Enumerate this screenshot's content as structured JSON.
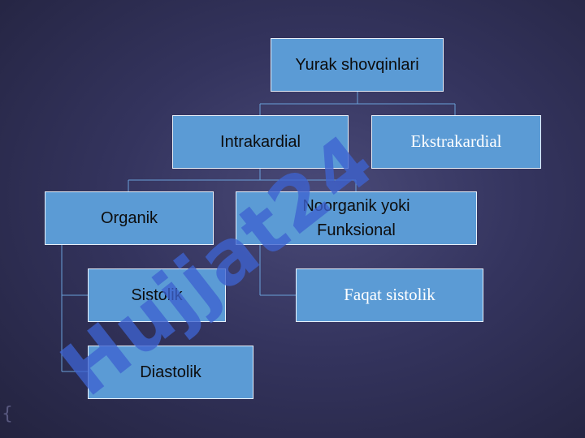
{
  "diagram": {
    "root": "Yurak shovqinlari",
    "level1": [
      "Intrakardial",
      "Ekstrakardial"
    ],
    "level2": {
      "organik": "Organik",
      "noorganik_line1": "Noorganik yoki",
      "noorganik_line2": "Funksional"
    },
    "level3": {
      "sistolik": "Sistolik",
      "diastolik": "Diastolik",
      "faqat_sistolik": "Faqat sistolik"
    }
  },
  "watermark": {
    "text": "Hujjat24",
    "color": "#3e63cf"
  },
  "decor": {
    "corner_mark": "{"
  },
  "colors": {
    "box_fill": "#5b9bd5",
    "box_border": "#e8f0fa",
    "line": "#6aa0d8"
  }
}
